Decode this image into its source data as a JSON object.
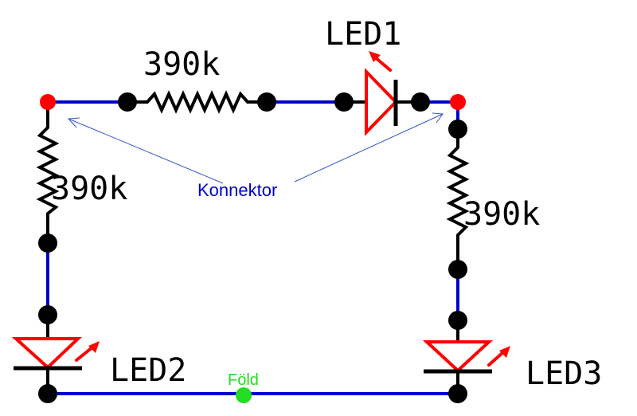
{
  "labels": {
    "led1": "LED1",
    "led2": "LED2",
    "led3": "LED3",
    "r_top": "390k",
    "r_left": "390k",
    "r_right": "390k",
    "connector": "Konnektor",
    "ground": "Föld"
  },
  "colors": {
    "wire": "#0000cc",
    "resistor": "#000000",
    "led": "#ff0000",
    "node": "#000000",
    "connector_node": "#ff0000",
    "ground_node": "#22dd22",
    "annotation": "#0000cc",
    "arrow": "#3355cc",
    "label": "#000000"
  }
}
